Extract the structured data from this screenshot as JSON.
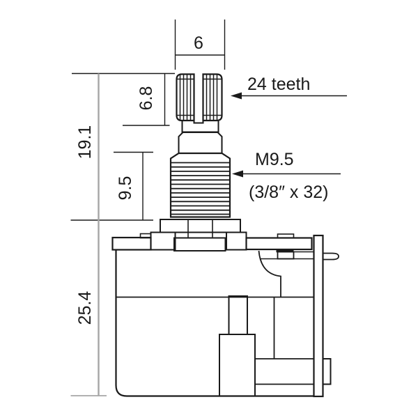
{
  "diagram": {
    "dimensions": {
      "shaft_width": "6",
      "knurl_height": "6.8",
      "shaft_total_height": "19.1",
      "thread_length": "9.5",
      "body_height": "25.4"
    },
    "annotations": {
      "teeth": "24 teeth",
      "thread_metric": "M9.5",
      "thread_imperial": "(3/8″ x 32)"
    },
    "colors": {
      "line": "#1a1a1a",
      "dim_line_gray": "#a6a6a6",
      "background": "#ffffff"
    }
  }
}
